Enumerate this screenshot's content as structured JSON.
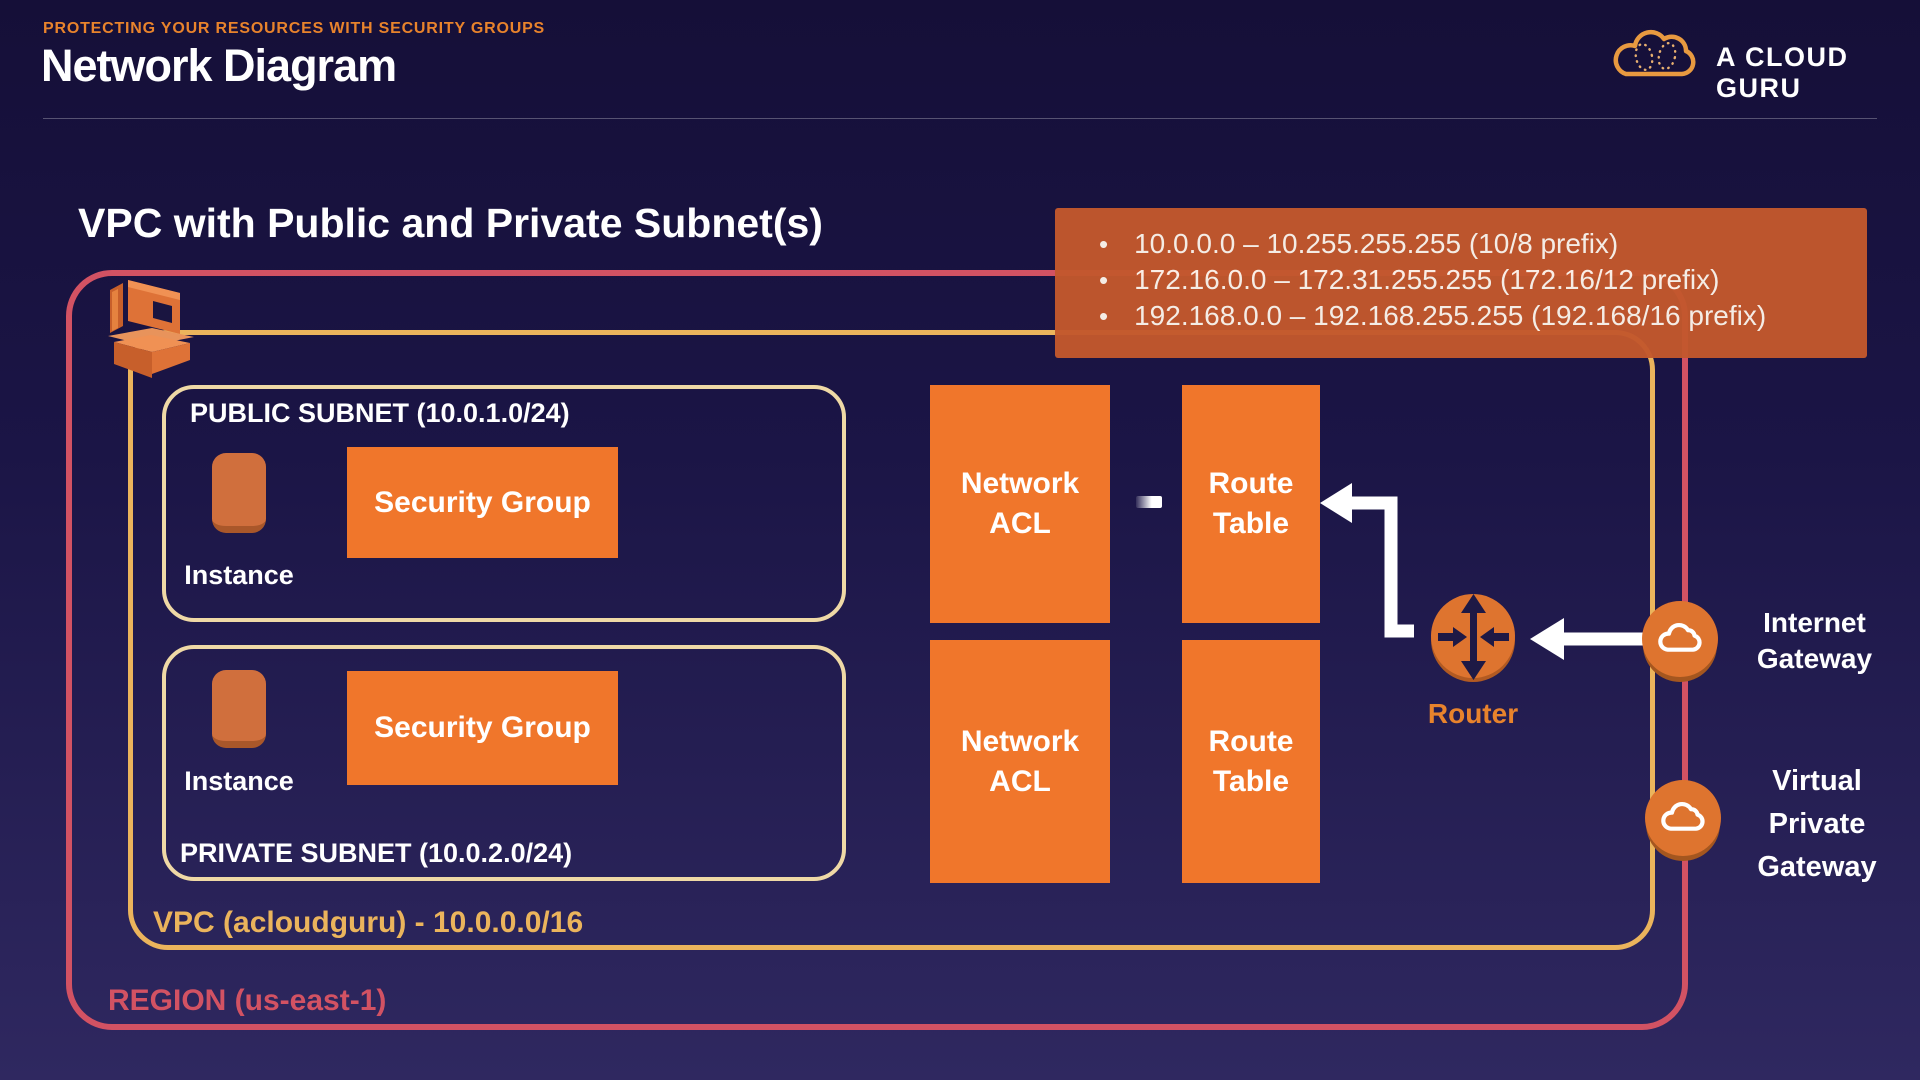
{
  "header": {
    "eyebrow": "PROTECTING YOUR RESOURCES WITH SECURITY GROUPS",
    "title": "Network Diagram",
    "brand": "A CLOUD GURU"
  },
  "diagram": {
    "title": "VPC with Public and Private Subnet(s)",
    "callout": {
      "items": [
        "10.0.0.0 – 10.255.255.255 (10/8 prefix)",
        "172.16.0.0 – 172.31.255.255 (172.16/12 prefix)",
        "192.168.0.0 – 192.168.255.255 (192.168/16 prefix)"
      ]
    },
    "region": {
      "label": "REGION (us-east-1)"
    },
    "vpc": {
      "label": "VPC (acloudguru) - 10.0.0.0/16"
    },
    "subnets": [
      {
        "label": "PUBLIC SUBNET (10.0.1.0/24)",
        "instance_label": "Instance",
        "security_group_label": "Security Group"
      },
      {
        "label": "PRIVATE SUBNET (10.0.2.0/24)",
        "instance_label": "Instance",
        "security_group_label": "Security Group"
      }
    ],
    "nodes": {
      "network_acl": "Network ACL",
      "route_table": "Route Table",
      "router": "Router",
      "internet_gateway": "Internet Gateway",
      "virtual_private_gateway": "Virtual Private Gateway"
    }
  },
  "colors": {
    "bg_top": "#150f38",
    "bg_bottom": "#2f2860",
    "accent_orange": "#E8832C",
    "region": "#D25263",
    "vpc": "#EBB45C",
    "subnet": "#EFD9A6",
    "node_orange": "#F0762B",
    "callout_bg": "#C3582D",
    "icon_orange": "#DE742F"
  }
}
